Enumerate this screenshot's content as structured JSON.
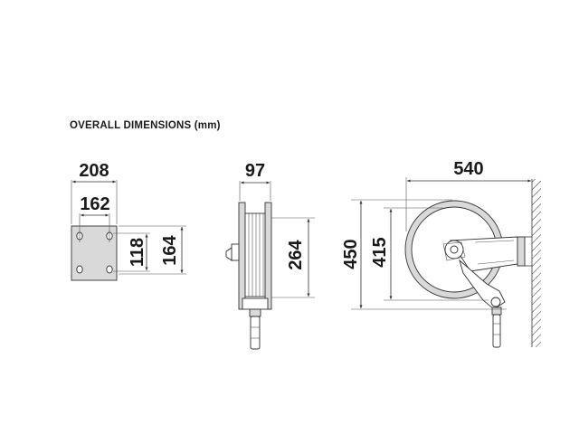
{
  "title": "OVERALL DIMENSIONS (mm)",
  "dimensions": {
    "bracket_width": "208",
    "bracket_hole_spacing": "162",
    "bracket_hole_height": "118",
    "bracket_height": "164",
    "reel_width": "97",
    "reel_side_height": "264",
    "reel_depth": "540",
    "reel_total_height": "450",
    "reel_drum_height": "415"
  },
  "colors": {
    "line": "#333333",
    "fill": "#d9d9d9",
    "text": "#1a1a1a"
  }
}
